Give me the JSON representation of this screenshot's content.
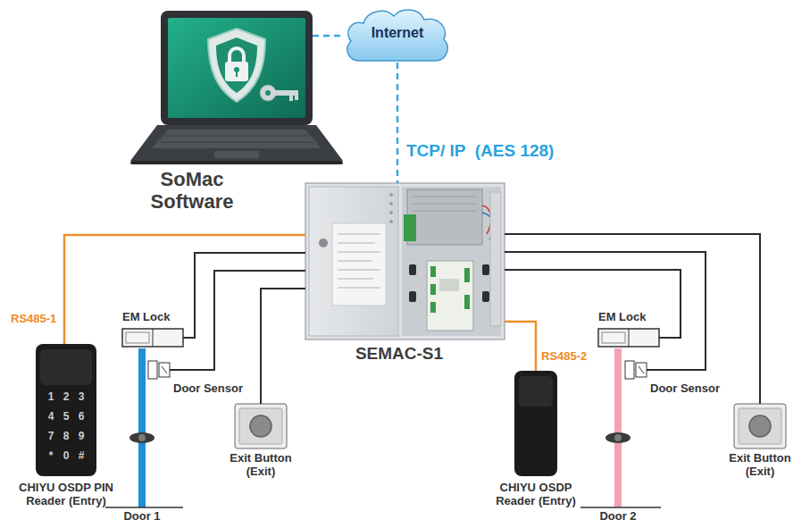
{
  "diagram": {
    "nodes": [
      {
        "text": [
          "SoMac Software"
        ]
      },
      {
        "text": [
          "Internet"
        ]
      },
      {
        "text": [
          "SEMAC-S1"
        ]
      },
      {
        "text": [
          "CHIYU OSDP PIN Reader (Entry)"
        ]
      },
      {
        "text": [
          "EM Lock"
        ]
      },
      {
        "text": [
          "Door Sensor"
        ]
      },
      {
        "text": [
          "Exit Button (Exit)"
        ]
      },
      {
        "text": [
          "Door 1"
        ]
      },
      {
        "text": [
          "CHIYU OSDP Reader (Entry)"
        ]
      },
      {
        "text": [
          "EM Lock"
        ]
      },
      {
        "text": [
          "Door Sensor"
        ]
      },
      {
        "text": [
          "Exit Button (Exit)"
        ]
      },
      {
        "text": [
          "Door 2"
        ]
      }
    ],
    "edges": [
      {
        "from": 0,
        "to": 1,
        "arrow": "none"
      },
      {
        "from": 1,
        "to": 2,
        "label": "TCP/ IP  (AES 128)",
        "arrow": "none"
      },
      {
        "from": 2,
        "to": 3,
        "label": "RS485-1",
        "arrow": "none"
      },
      {
        "from": 2,
        "to": 4,
        "arrow": "none"
      },
      {
        "from": 2,
        "to": 5,
        "arrow": "none"
      },
      {
        "from": 2,
        "to": 6,
        "arrow": "none"
      },
      {
        "from": 2,
        "to": 8,
        "label": "RS485-2",
        "arrow": "none"
      },
      {
        "from": 2,
        "to": 9,
        "arrow": "none"
      },
      {
        "from": 2,
        "to": 10,
        "arrow": "none"
      },
      {
        "from": 2,
        "to": 11,
        "arrow": "none"
      }
    ],
    "labels": [
      "1",
      "2",
      "3",
      "4",
      "5",
      "6",
      "7",
      "8",
      "9",
      "*",
      "0",
      "#"
    ]
  }
}
